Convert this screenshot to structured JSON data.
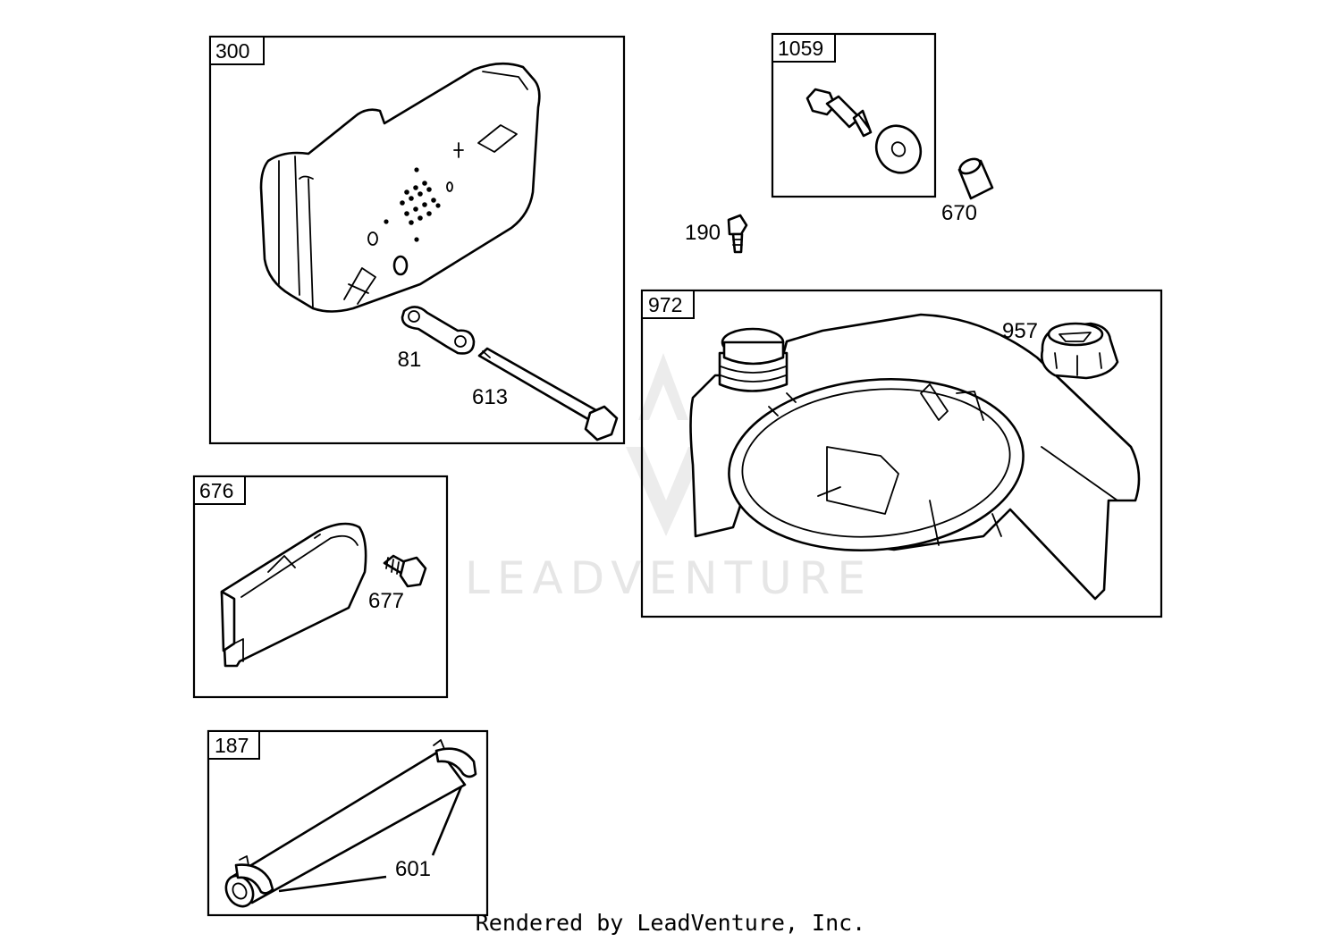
{
  "watermark": "LEADVENTURE",
  "footer": "Rendered by LeadVenture, Inc.",
  "boxes": {
    "muffler": "300",
    "hardware": "1059",
    "tank": "972",
    "shield": "676",
    "hose": "187"
  },
  "callouts": {
    "gasket": "81",
    "bolt": "613",
    "spacer": "670",
    "screw": "190",
    "cap": "957",
    "shield_screw": "677",
    "clamp": "601"
  }
}
